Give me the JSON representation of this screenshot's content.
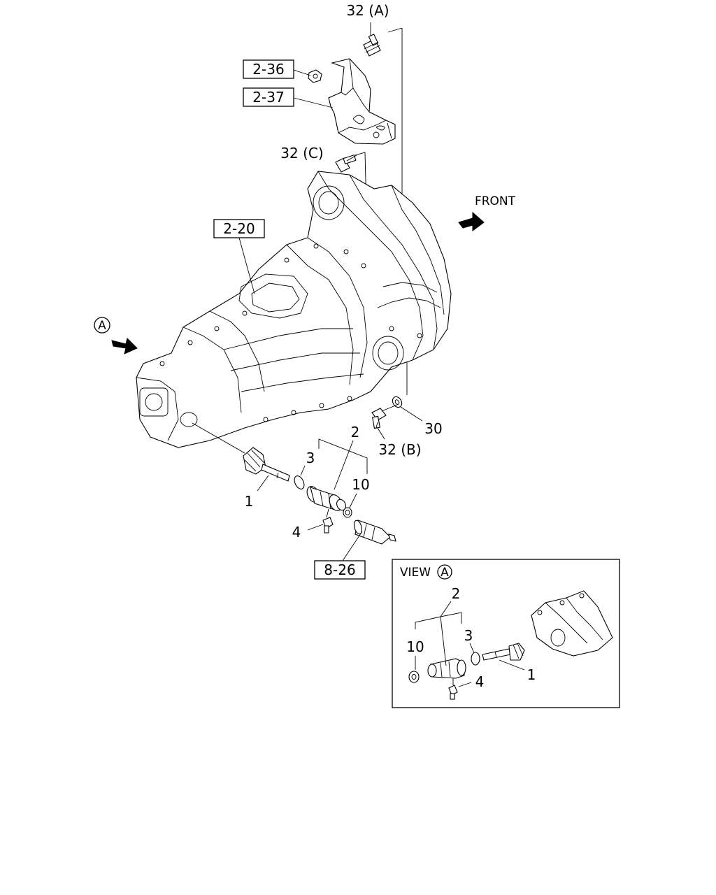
{
  "labels": {
    "bolt_a": "32 (A)",
    "bolt_b": "32 (B)",
    "bolt_c": "32 (C)",
    "ref_2_36": "2-36",
    "ref_2_37": "2-37",
    "ref_2_20": "2-20",
    "ref_8_26": "8-26",
    "front": "FRONT",
    "view_marker": "A",
    "p1": "1",
    "p2": "2",
    "p3": "3",
    "p4": "4",
    "p10": "10",
    "p30": "30"
  },
  "view_inset": {
    "title": "VIEW",
    "marker": "A",
    "p1": "1",
    "p2": "2",
    "p3": "3",
    "p4": "4",
    "p10": "10"
  }
}
